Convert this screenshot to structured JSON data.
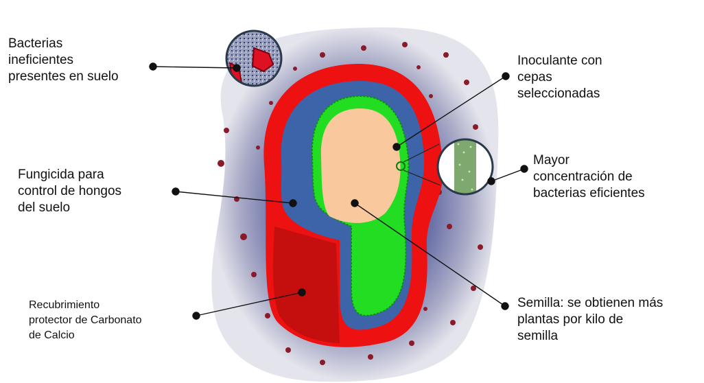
{
  "labels": {
    "bacterias_ineficientes": [
      "Bacterias",
      "ineficientes",
      "presentes en suelo"
    ],
    "fungicida": [
      "Fungicida para",
      "control de hongos",
      "del suelo"
    ],
    "recubrimiento": [
      "Recubrimiento",
      "protector de Carbonato",
      "de Calcio"
    ],
    "inoculante": [
      "Inoculante con",
      "cepas",
      "seleccionadas"
    ],
    "mayor_concentracion": [
      "Mayor",
      "concentración de",
      "bacterias eficientes"
    ],
    "semilla": [
      "Semilla: se obtienen más",
      "plantas por kilo de",
      "semilla"
    ]
  },
  "colors": {
    "soil_outer": "#c9c9d6",
    "soil_inner": "#8a8fb5",
    "fungicide_layer": "#3d63a8",
    "calcium_coating": "#ee1111",
    "inoculant": "#22dd22",
    "seed": "#f9c99d",
    "bacteria_dots": "#8b1a2a",
    "magnifier_band": "#7fa86e"
  }
}
